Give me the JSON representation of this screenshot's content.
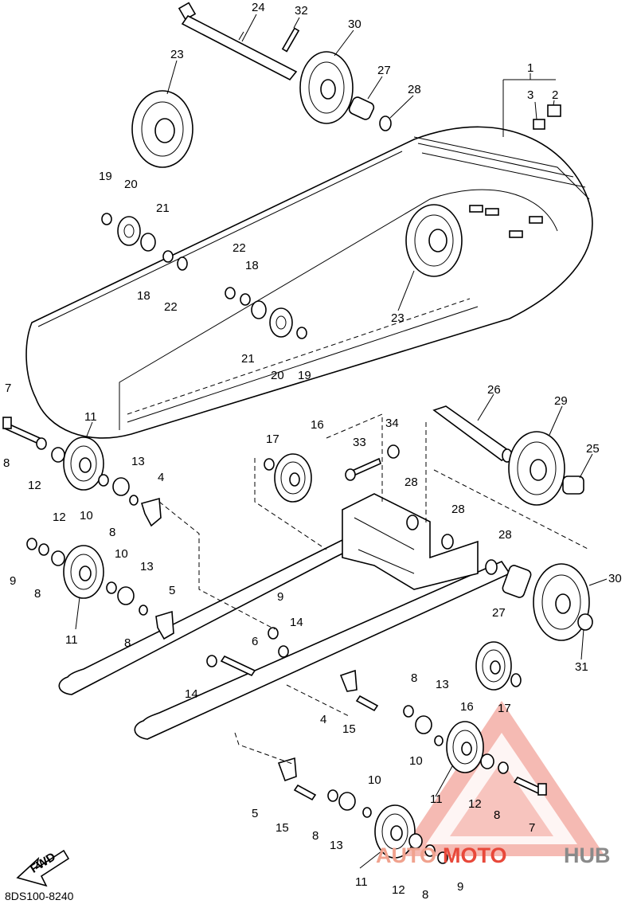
{
  "diagram": {
    "drawing_code": "8DS100-8240",
    "direction_label": "FWD",
    "watermark": {
      "left": "AUTO",
      "middle": "MOTO",
      "right": "HUB",
      "colors": {
        "red": "#e8483a",
        "gray": "#8a8a8a",
        "triangle": "#f2a39a"
      }
    },
    "callouts": [
      {
        "text": "1"
      },
      {
        "text": "2"
      },
      {
        "text": "3"
      },
      {
        "text": "24"
      },
      {
        "text": "32"
      },
      {
        "text": "30"
      },
      {
        "text": "23"
      },
      {
        "text": "27"
      },
      {
        "text": "28"
      },
      {
        "text": "19"
      },
      {
        "text": "20"
      },
      {
        "text": "21"
      },
      {
        "text": "18"
      },
      {
        "text": "22"
      },
      {
        "text": "22"
      },
      {
        "text": "18"
      },
      {
        "text": "23"
      },
      {
        "text": "21"
      },
      {
        "text": "20"
      },
      {
        "text": "19"
      },
      {
        "text": "7"
      },
      {
        "text": "11"
      },
      {
        "text": "8"
      },
      {
        "text": "12"
      },
      {
        "text": "13"
      },
      {
        "text": "10"
      },
      {
        "text": "4"
      },
      {
        "text": "8"
      },
      {
        "text": "12"
      },
      {
        "text": "9"
      },
      {
        "text": "8"
      },
      {
        "text": "10"
      },
      {
        "text": "13"
      },
      {
        "text": "11"
      },
      {
        "text": "5"
      },
      {
        "text": "8"
      },
      {
        "text": "17"
      },
      {
        "text": "16"
      },
      {
        "text": "33"
      },
      {
        "text": "34"
      },
      {
        "text": "26"
      },
      {
        "text": "29"
      },
      {
        "text": "25"
      },
      {
        "text": "28"
      },
      {
        "text": "28"
      },
      {
        "text": "28"
      },
      {
        "text": "30"
      },
      {
        "text": "27"
      },
      {
        "text": "31"
      },
      {
        "text": "9"
      },
      {
        "text": "14"
      },
      {
        "text": "6"
      },
      {
        "text": "14"
      },
      {
        "text": "8"
      },
      {
        "text": "13"
      },
      {
        "text": "16"
      },
      {
        "text": "17"
      },
      {
        "text": "4"
      },
      {
        "text": "15"
      },
      {
        "text": "10"
      },
      {
        "text": "11"
      },
      {
        "text": "12"
      },
      {
        "text": "8"
      },
      {
        "text": "7"
      },
      {
        "text": "10"
      },
      {
        "text": "5"
      },
      {
        "text": "15"
      },
      {
        "text": "8"
      },
      {
        "text": "13"
      },
      {
        "text": "11"
      },
      {
        "text": "12"
      },
      {
        "text": "8"
      },
      {
        "text": "9"
      }
    ]
  }
}
